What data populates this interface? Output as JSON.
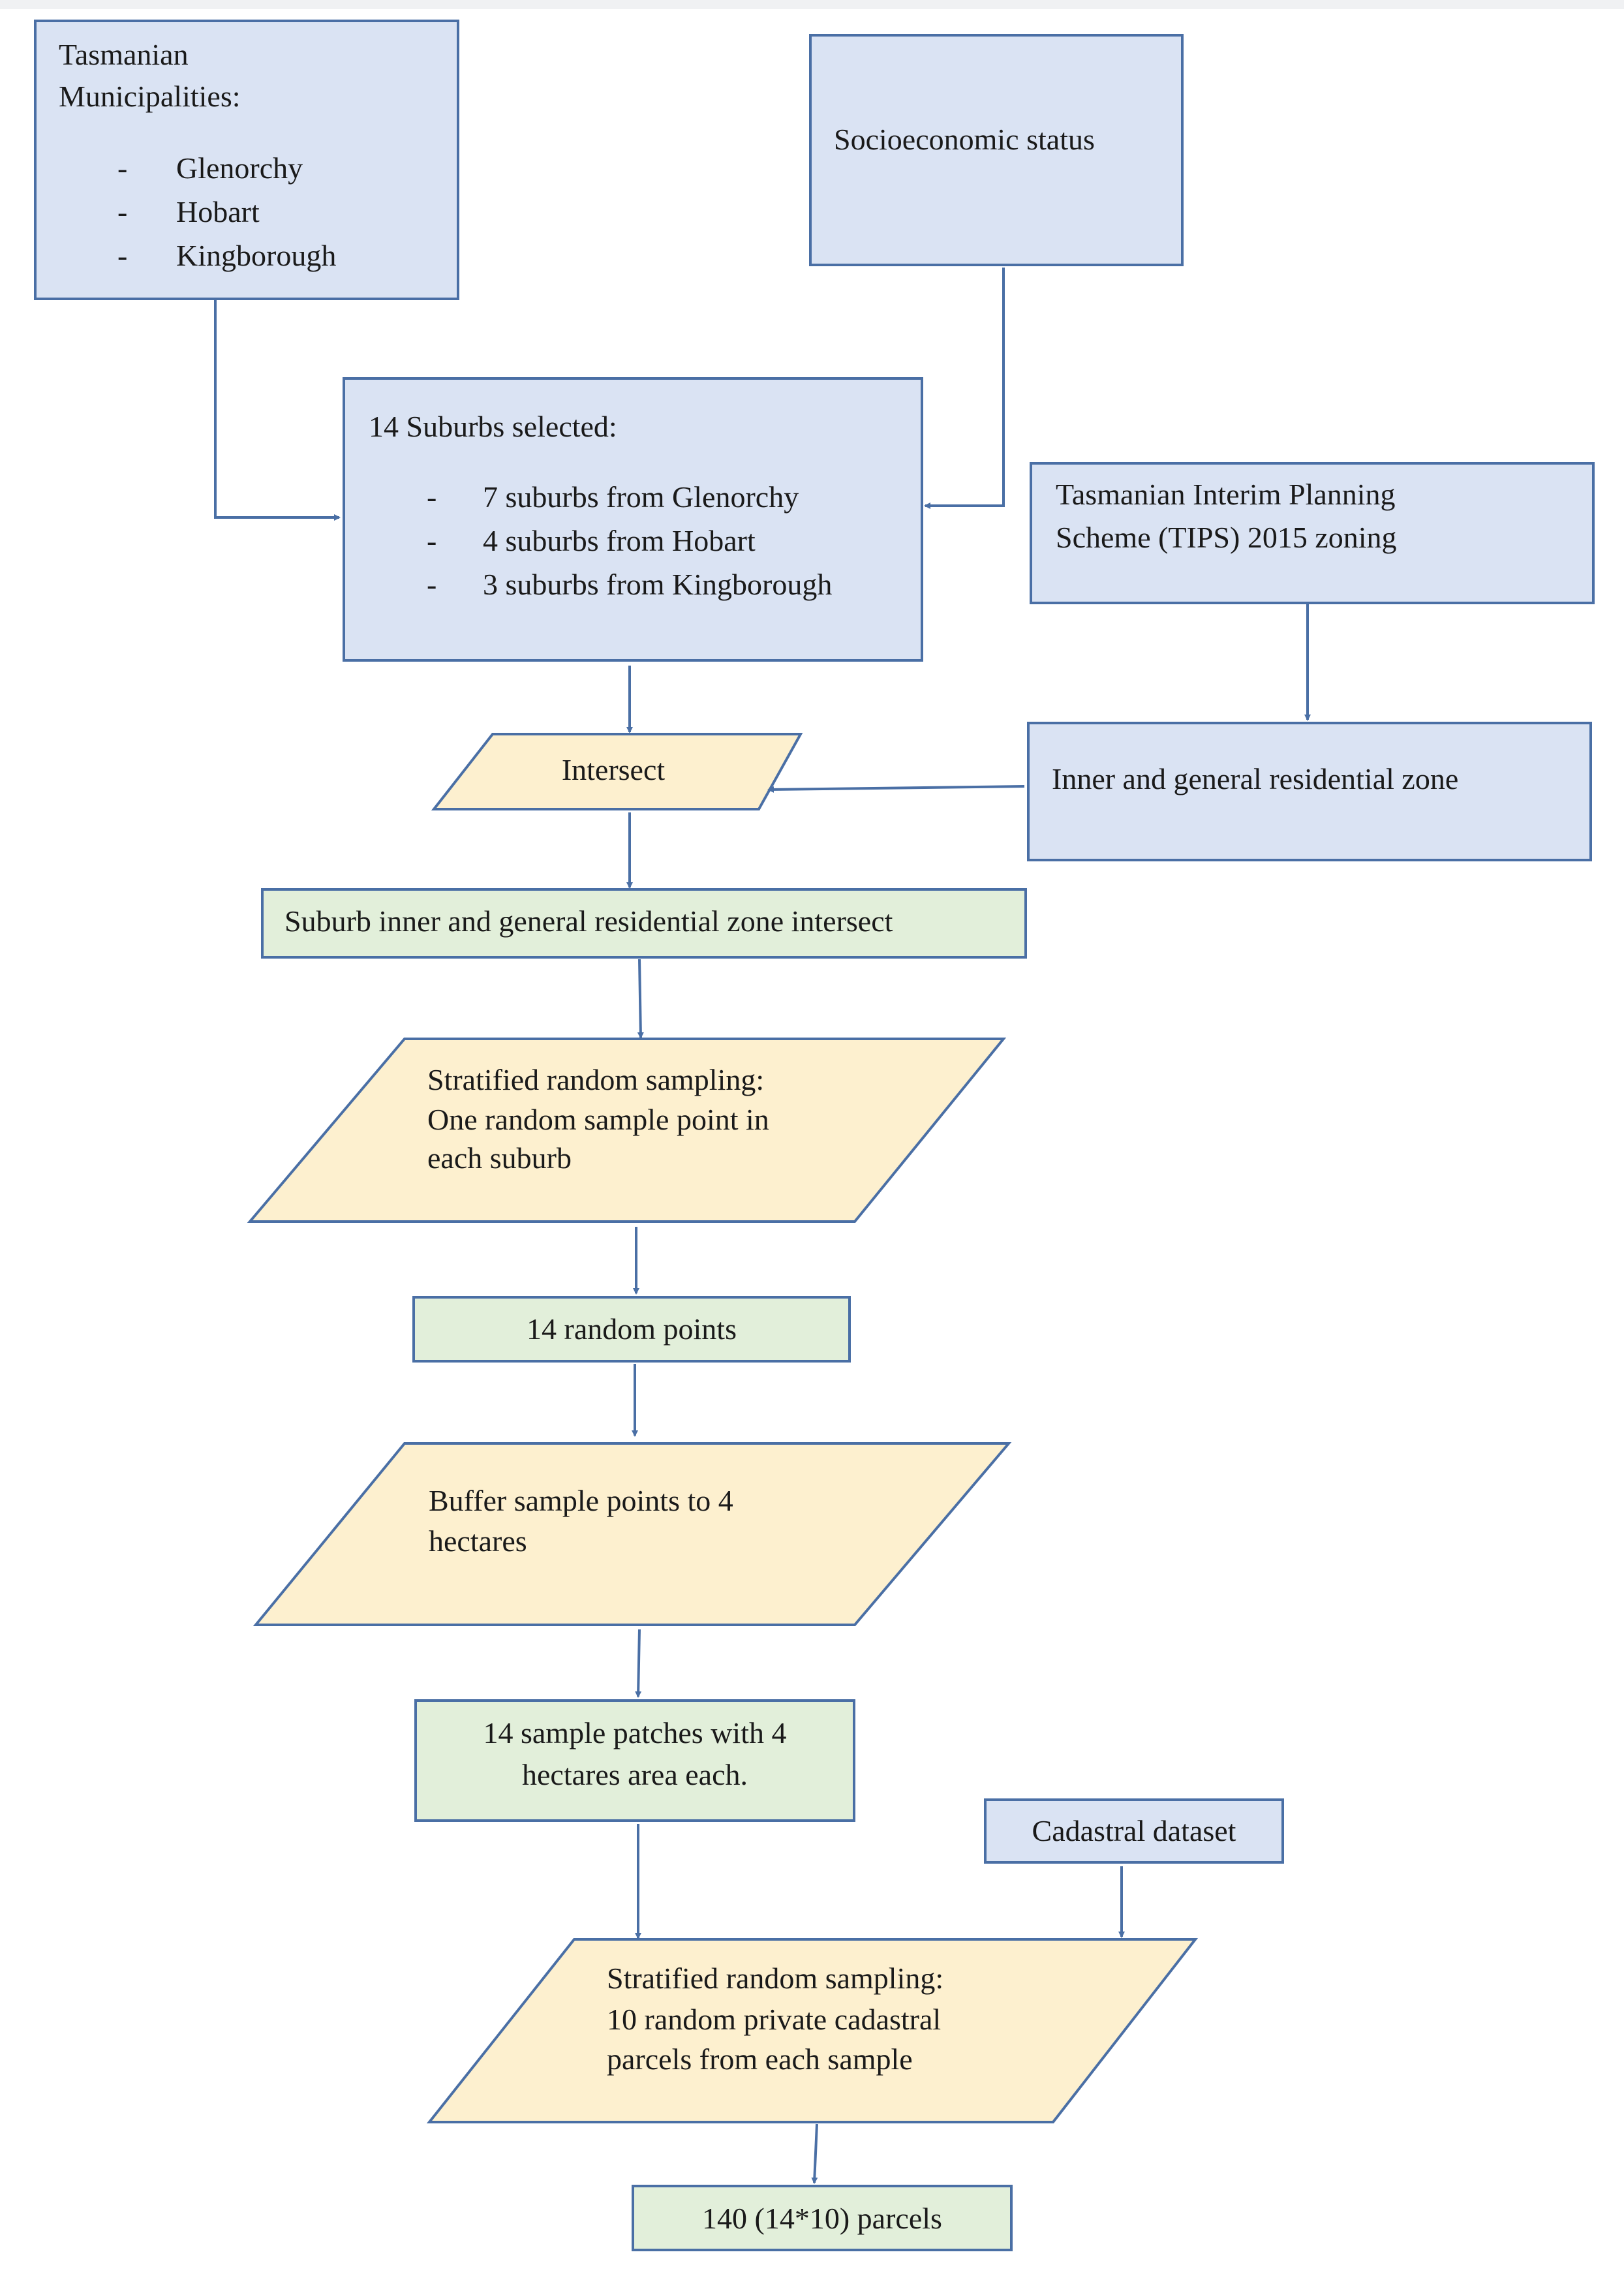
{
  "nodes": {
    "municipalities": {
      "title_line1": "Tasmanian",
      "title_line2": "Municipalities:",
      "items": [
        "Glenorchy",
        "Hobart",
        "Kingborough"
      ]
    },
    "socioeconomic": {
      "label": "Socioeconomic status"
    },
    "suburbs": {
      "title": "14 Suburbs selected:",
      "items": [
        "7 suburbs from Glenorchy",
        "4 suburbs from Hobart",
        "3 suburbs from Kingborough"
      ]
    },
    "tips": {
      "line1": "Tasmanian Interim Planning",
      "line2": "Scheme (TIPS) 2015 zoning"
    },
    "intersect": {
      "label": "Intersect"
    },
    "residential_zone": {
      "label": "Inner and general residential zone"
    },
    "suburb_zone_intersect": {
      "label": "Suburb inner and general residential zone intersect"
    },
    "stratified_points": {
      "line1": "Stratified random sampling:",
      "line2": "One random sample point in",
      "line3": "each suburb"
    },
    "random_points": {
      "label": "14 random points"
    },
    "buffer": {
      "line1": "Buffer sample points to 4",
      "line2": "hectares"
    },
    "patches": {
      "line1": "14 sample patches with 4",
      "line2": "hectares area each."
    },
    "cadastral": {
      "label": "Cadastral dataset"
    },
    "stratified_parcels": {
      "line1": "Stratified random sampling:",
      "line2": "10 random private cadastral",
      "line3": "parcels from each sample"
    },
    "parcels": {
      "label": "140 (14*10) parcels"
    }
  },
  "list_marker": "-",
  "colors": {
    "blue_fill": "#dae3f3",
    "green_fill": "#e2efda",
    "yellow_fill": "#fdf0cf",
    "border": "#4a6fa5",
    "arrow": "#4a6fa5"
  }
}
